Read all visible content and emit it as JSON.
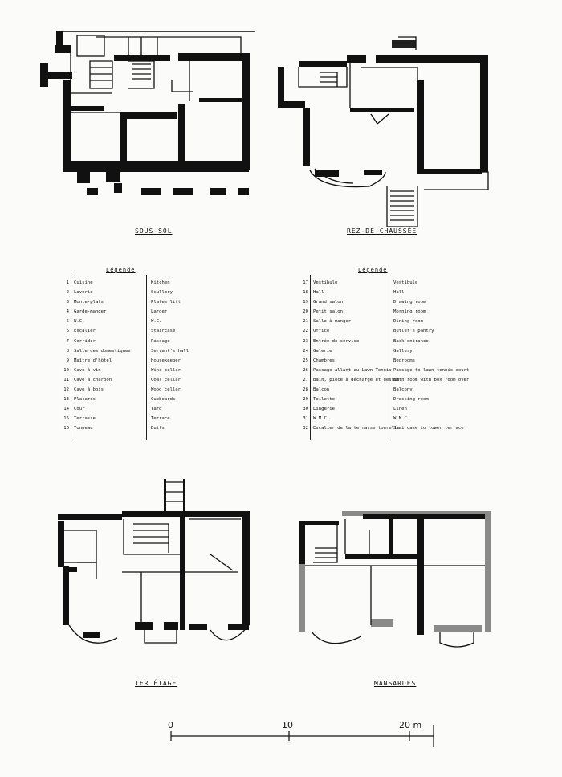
{
  "captions": {
    "sous_sol": "Sous-Sol",
    "rez": "Rez-de-Chaussée",
    "etage1": "1er Étage",
    "mansarde": "Mansardes"
  },
  "legend_left": {
    "heading": "Légende",
    "rows": [
      {
        "n": "1",
        "fr": "Cuisine",
        "en": "Kitchen"
      },
      {
        "n": "2",
        "fr": "Laverie",
        "en": "Scullery"
      },
      {
        "n": "3",
        "fr": "Monte-plats",
        "en": "Plates lift"
      },
      {
        "n": "4",
        "fr": "Garde-manger",
        "en": "Larder"
      },
      {
        "n": "5",
        "fr": "W.C.",
        "en": "W.C."
      },
      {
        "n": "6",
        "fr": "Escalier",
        "en": "Staircase"
      },
      {
        "n": "7",
        "fr": "Corridor",
        "en": "Passage"
      },
      {
        "n": "8",
        "fr": "Salle des domestiques",
        "en": "Servant's hall"
      },
      {
        "n": "9",
        "fr": "Maître d'hôtel",
        "en": "Housekeeper"
      },
      {
        "n": "10",
        "fr": "Cave à vin",
        "en": "Wine cellar"
      },
      {
        "n": "11",
        "fr": "Cave à charbon",
        "en": "Coal cellar"
      },
      {
        "n": "12",
        "fr": "Cave à bois",
        "en": "Wood cellar"
      },
      {
        "n": "13",
        "fr": "Placards",
        "en": "Cupboards"
      },
      {
        "n": "14",
        "fr": "Cour",
        "en": "Yard"
      },
      {
        "n": "15",
        "fr": "Terrasse",
        "en": "Terrace"
      },
      {
        "n": "16",
        "fr": "Tonneau",
        "en": "Butts"
      }
    ]
  },
  "legend_right": {
    "heading": "Légende",
    "rows": [
      {
        "n": "17",
        "fr": "Vestibule",
        "en": "Vestibule"
      },
      {
        "n": "18",
        "fr": "Hall",
        "en": "Hall"
      },
      {
        "n": "19",
        "fr": "Grand salon",
        "en": "Drawing room"
      },
      {
        "n": "20",
        "fr": "Petit salon",
        "en": "Morning room"
      },
      {
        "n": "21",
        "fr": "Salle à manger",
        "en": "Dining room"
      },
      {
        "n": "22",
        "fr": "Office",
        "en": "Butler's pantry"
      },
      {
        "n": "23",
        "fr": "Entrée de service",
        "en": "Back entrance"
      },
      {
        "n": "24",
        "fr": "Galerie",
        "en": "Gallery"
      },
      {
        "n": "25",
        "fr": "Chambres",
        "en": "Bedrooms"
      },
      {
        "n": "26",
        "fr": "Passage allant au Lawn-Tennis",
        "en": "Passage to lawn-tennis court"
      },
      {
        "n": "27",
        "fr": "Bain, pièce à décharge et dessus",
        "en": "Bath room with box room over"
      },
      {
        "n": "28",
        "fr": "Balcon",
        "en": "Balcony"
      },
      {
        "n": "29",
        "fr": "Toilette",
        "en": "Dressing room"
      },
      {
        "n": "30",
        "fr": "Lingerie",
        "en": "Linen"
      },
      {
        "n": "31",
        "fr": "W.M.C.",
        "en": "W.M.C."
      },
      {
        "n": "32",
        "fr": "Escalier de la terrasse tourelle",
        "en": "Staircase to tower terrace"
      }
    ]
  },
  "scale": {
    "t0": "0",
    "t1": "10",
    "t2": "20 m"
  }
}
